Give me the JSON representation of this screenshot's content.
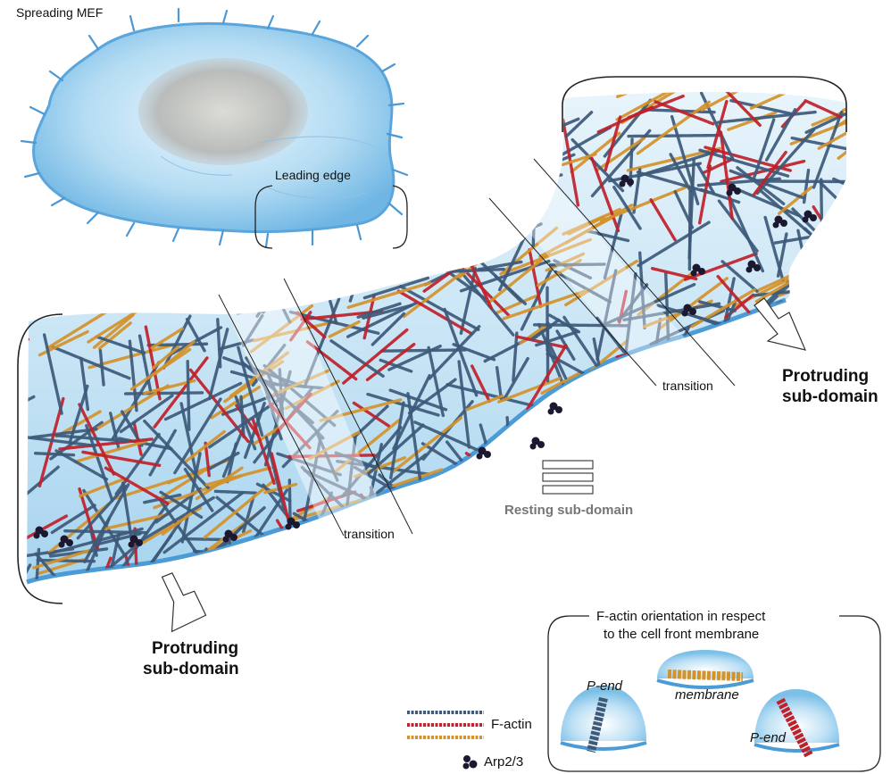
{
  "inset_title": "Spreading MEF",
  "leading_edge": "Leading edge",
  "transition_left": "transition",
  "transition_right": "transition",
  "protruding_right_line1": "Protruding",
  "protruding_right_line2": "sub-domain",
  "protruding_left_line1": "Protruding",
  "protruding_left_line2": "sub-domain",
  "resting": "Resting sub-domain",
  "legend": {
    "factin": "F-actin",
    "arp": "Arp2/3",
    "colors": {
      "blue": "#3d5a7a",
      "red": "#c0202a",
      "orange": "#d4922a"
    }
  },
  "orientation_box": {
    "title_line1": "F-actin orientation in respect",
    "title_line2": "to the cell front membrane",
    "pend_left": "P-end",
    "membrane": "membrane",
    "pend_right": "P-end"
  }
}
